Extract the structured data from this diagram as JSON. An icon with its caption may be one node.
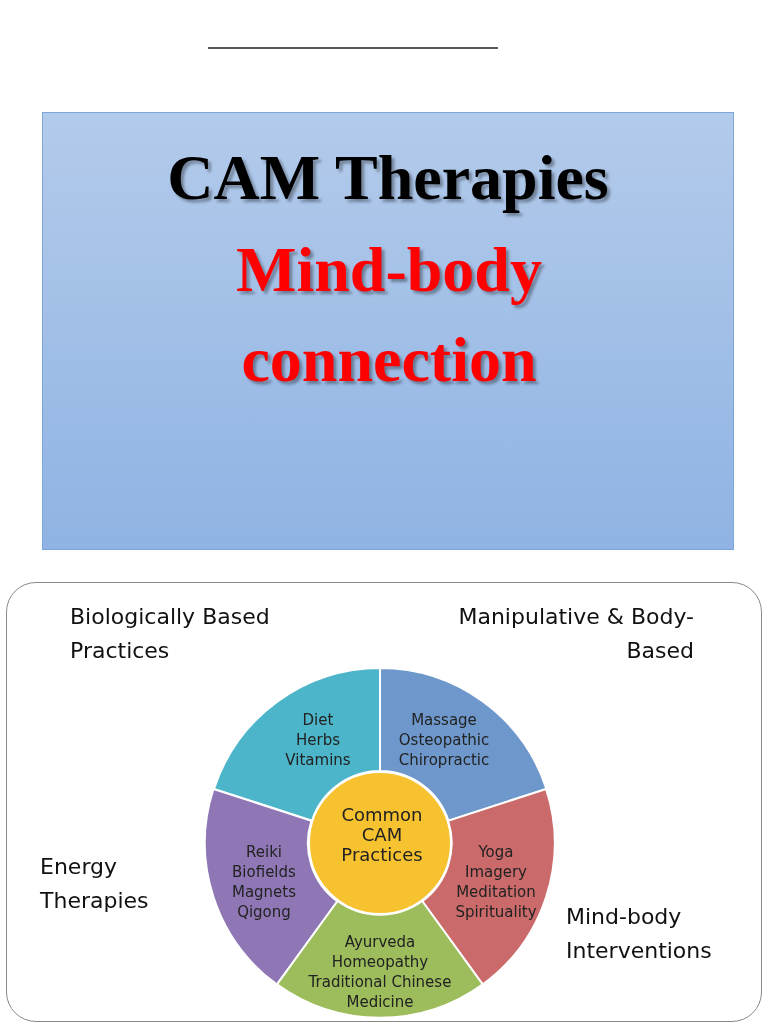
{
  "diagram": {
    "nodes": [
      {
        "text": [
          "CAM Therapies",
          "Mind-body connection"
        ]
      },
      {
        "text": [
          "Diet",
          "Herbs",
          "Vitamins"
        ],
        "beside": [
          "Biologically Based Practices"
        ]
      },
      {
        "text": [
          "Massage",
          "Osteopathic",
          "Chiropractic"
        ],
        "beside": [
          "Manipulative & Body-Based"
        ]
      },
      {
        "text": [
          "Common CAM Practices"
        ]
      },
      {
        "text": [
          "Reiki",
          "Biofields",
          "Magnets",
          "Qigong"
        ],
        "beside": [
          "Energy Therapies"
        ]
      },
      {
        "text": [
          "Yoga",
          "Imagery",
          "Meditation",
          "Spirituality"
        ],
        "beside": [
          "Mind-body Interventions"
        ]
      },
      {
        "text": [
          "Ayurveda",
          "Homeopathy",
          "Traditional Chinese Medicine"
        ]
      }
    ]
  }
}
